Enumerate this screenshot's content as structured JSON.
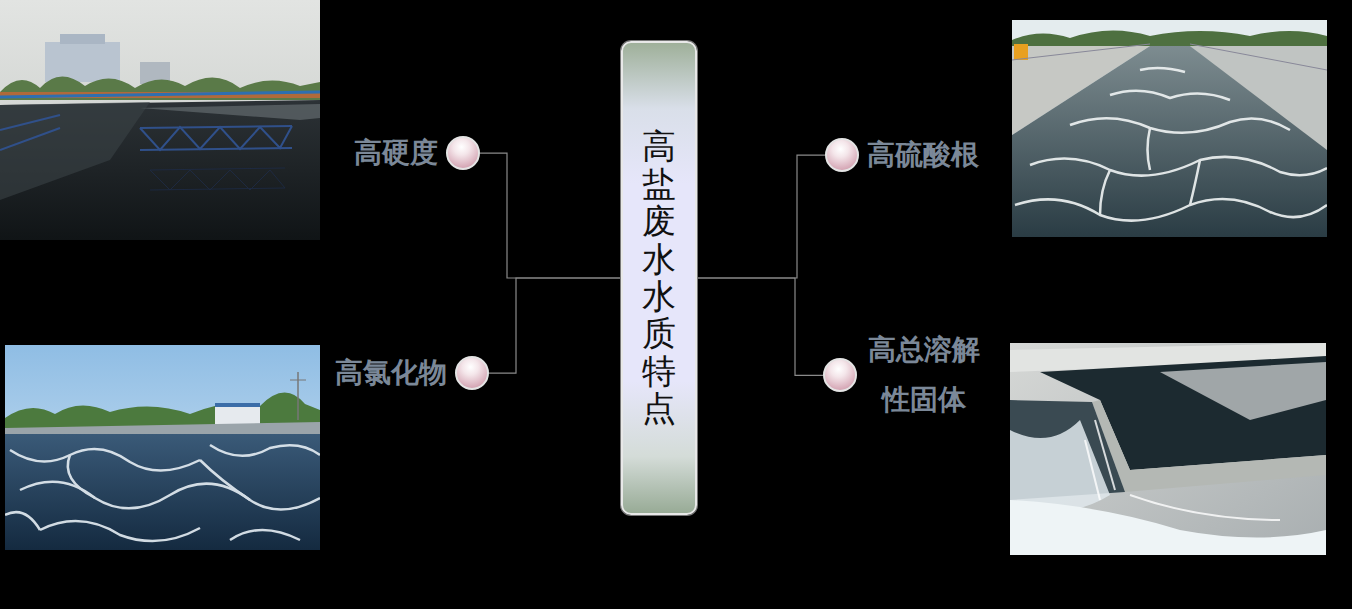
{
  "diagram": {
    "nodes": [
      {
        "text": [
          "高盐废水水质特点"
        ]
      },
      {
        "text": [
          "高硬度"
        ]
      },
      {
        "text": [
          "高氯化物"
        ]
      },
      {
        "text": [
          "高硫酸根"
        ]
      },
      {
        "text": [
          "高总溶解性固体"
        ]
      }
    ],
    "edges": [
      {
        "from": 0,
        "to": 1,
        "arrow": "none"
      },
      {
        "from": 0,
        "to": 2,
        "arrow": "none"
      },
      {
        "from": 0,
        "to": 3,
        "arrow": "none"
      },
      {
        "from": 0,
        "to": 4,
        "arrow": "none"
      }
    ]
  }
}
